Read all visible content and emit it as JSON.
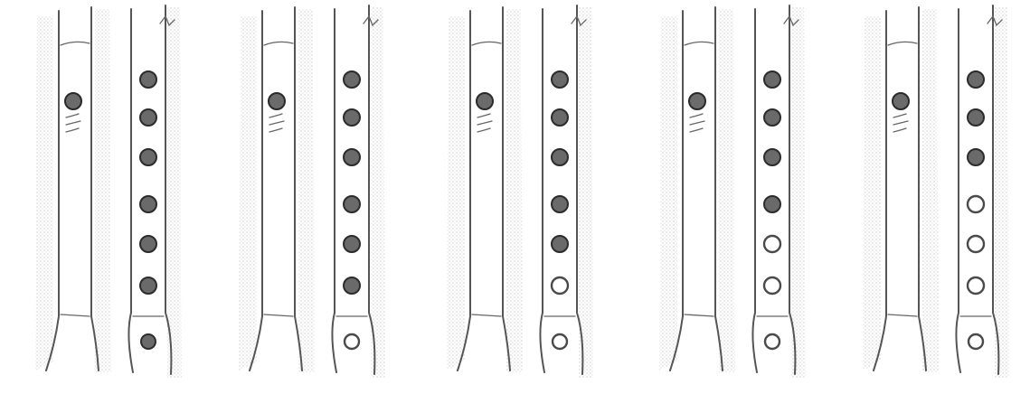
{
  "figure": {
    "description_free": true,
    "colors": {
      "closed_hole": "#6a6a6a",
      "open_hole": "#ffffff",
      "outline": "#555555",
      "shading": "#9a9a9a"
    },
    "hole_states": [
      "closed",
      "open"
    ],
    "fingerings": [
      {
        "thumb_hole": "closed",
        "front_holes": [
          "closed",
          "closed",
          "closed",
          "closed",
          "closed",
          "closed",
          "closed"
        ]
      },
      {
        "thumb_hole": "closed",
        "front_holes": [
          "closed",
          "closed",
          "closed",
          "closed",
          "closed",
          "closed",
          "open"
        ]
      },
      {
        "thumb_hole": "closed",
        "front_holes": [
          "closed",
          "closed",
          "closed",
          "closed",
          "closed",
          "open",
          "open"
        ]
      },
      {
        "thumb_hole": "closed",
        "front_holes": [
          "closed",
          "closed",
          "closed",
          "closed",
          "open",
          "open",
          "open"
        ]
      },
      {
        "thumb_hole": "closed",
        "front_holes": [
          "closed",
          "closed",
          "closed",
          "open",
          "open",
          "open",
          "open"
        ]
      }
    ]
  }
}
